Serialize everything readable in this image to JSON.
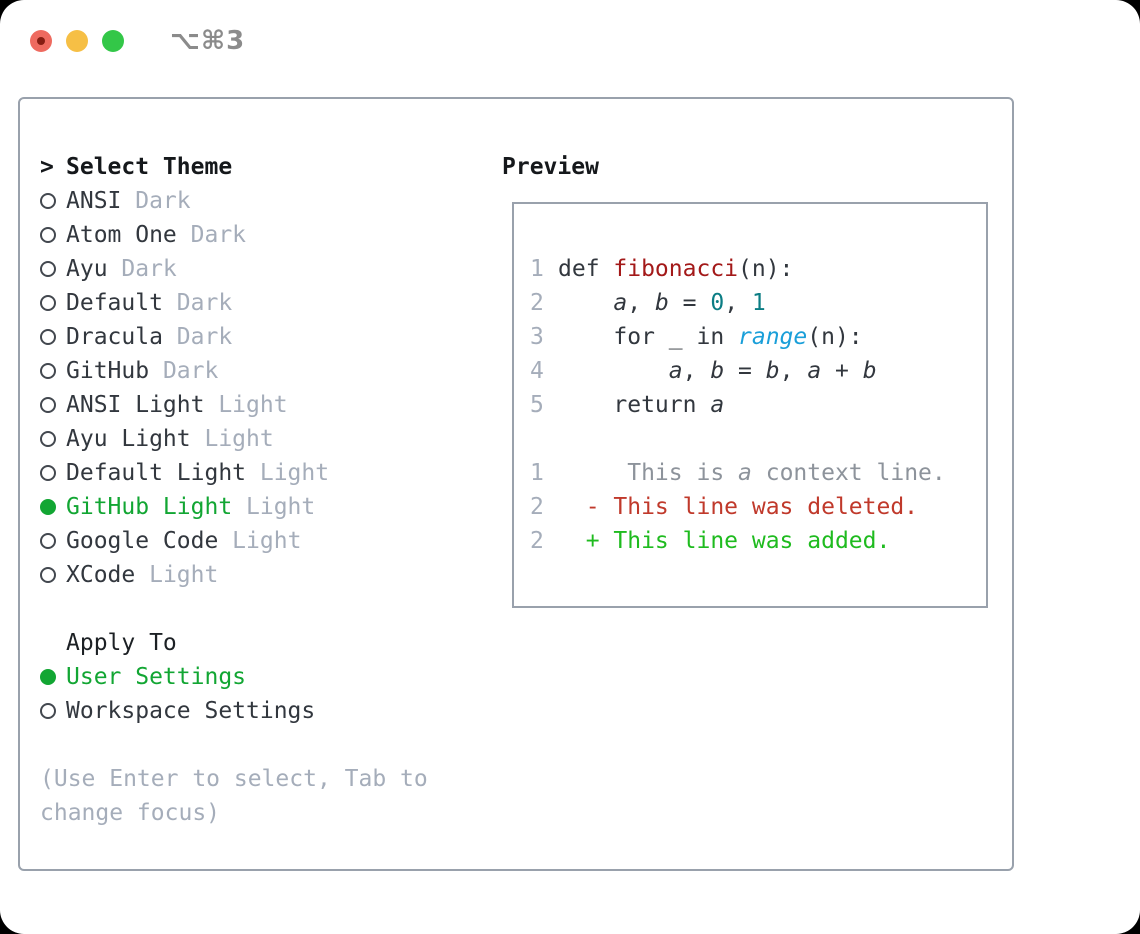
{
  "window": {
    "title": "⌥⌘3",
    "traffic_lights": {
      "close": "close",
      "minimize": "minimize",
      "zoom": "zoom"
    }
  },
  "sidebar": {
    "header_marker": ">",
    "header_label": "Select Theme",
    "themes": [
      {
        "name": "ANSI",
        "variant": "Dark",
        "selected": false
      },
      {
        "name": "Atom One",
        "variant": "Dark",
        "selected": false
      },
      {
        "name": "Ayu",
        "variant": "Dark",
        "selected": false
      },
      {
        "name": "Default",
        "variant": "Dark",
        "selected": false
      },
      {
        "name": "Dracula",
        "variant": "Dark",
        "selected": false
      },
      {
        "name": "GitHub",
        "variant": "Dark",
        "selected": false
      },
      {
        "name": "ANSI Light",
        "variant": "Light",
        "selected": false
      },
      {
        "name": "Ayu Light",
        "variant": "Light",
        "selected": false
      },
      {
        "name": "Default Light",
        "variant": "Light",
        "selected": false
      },
      {
        "name": "GitHub Light",
        "variant": "Light",
        "selected": true
      },
      {
        "name": "Google Code",
        "variant": "Light",
        "selected": false
      },
      {
        "name": "XCode",
        "variant": "Light",
        "selected": false
      }
    ],
    "apply_to": {
      "label": "Apply To",
      "options": [
        {
          "name": "User Settings",
          "selected": true
        },
        {
          "name": "Workspace Settings",
          "selected": false
        }
      ]
    },
    "hint": "(Use Enter to select, Tab to change focus)"
  },
  "preview": {
    "label": "Preview",
    "lines": [
      {
        "num": "1",
        "kind": "code",
        "tokens": [
          {
            "t": "def ",
            "c": "text"
          },
          {
            "t": "fibonacci",
            "c": "function"
          },
          {
            "t": "(n):",
            "c": "text"
          }
        ]
      },
      {
        "num": "2",
        "kind": "code",
        "tokens": [
          {
            "t": "    ",
            "c": "text"
          },
          {
            "t": "a",
            "c": "text",
            "i": true
          },
          {
            "t": ", ",
            "c": "text"
          },
          {
            "t": "b",
            "c": "text",
            "i": true
          },
          {
            "t": " = ",
            "c": "text"
          },
          {
            "t": "0",
            "c": "number"
          },
          {
            "t": ", ",
            "c": "text"
          },
          {
            "t": "1",
            "c": "number"
          }
        ]
      },
      {
        "num": "3",
        "kind": "code",
        "tokens": [
          {
            "t": "    for _ in ",
            "c": "text"
          },
          {
            "t": "range",
            "c": "builtin",
            "i": true
          },
          {
            "t": "(n):",
            "c": "text"
          }
        ]
      },
      {
        "num": "4",
        "kind": "code",
        "tokens": [
          {
            "t": "        ",
            "c": "text"
          },
          {
            "t": "a",
            "c": "text",
            "i": true
          },
          {
            "t": ", ",
            "c": "text"
          },
          {
            "t": "b",
            "c": "text",
            "i": true
          },
          {
            "t": " = ",
            "c": "text"
          },
          {
            "t": "b",
            "c": "text",
            "i": true
          },
          {
            "t": ", ",
            "c": "text"
          },
          {
            "t": "a",
            "c": "text",
            "i": true
          },
          {
            "t": " + ",
            "c": "text"
          },
          {
            "t": "b",
            "c": "text",
            "i": true
          }
        ]
      },
      {
        "num": "5",
        "kind": "code",
        "tokens": [
          {
            "t": "    return ",
            "c": "text"
          },
          {
            "t": "a",
            "c": "text",
            "i": true
          }
        ]
      },
      {
        "num": "",
        "kind": "blank",
        "tokens": []
      },
      {
        "num": "1",
        "kind": "context",
        "tokens": [
          {
            "t": "     This is ",
            "c": "context"
          },
          {
            "t": "a",
            "c": "context",
            "i": true
          },
          {
            "t": " context line.",
            "c": "context"
          }
        ]
      },
      {
        "num": "2",
        "kind": "deleted",
        "tokens": [
          {
            "t": "  - This line was deleted.",
            "c": "deleted"
          }
        ]
      },
      {
        "num": "2",
        "kind": "added",
        "tokens": [
          {
            "t": "  + This line was added.",
            "c": "added"
          }
        ]
      }
    ]
  },
  "colors": {
    "accent_green": "#12a633",
    "added_green": "#1fbb1f",
    "deleted_red": "#c0392b",
    "function_red": "#a31919",
    "number_teal": "#0b7d84",
    "builtin_blue": "#1a9fd9",
    "text_dark": "#32373e",
    "muted_gray": "#a5adba",
    "context_gray": "#8d939b",
    "line_number_gray": "#a5adba",
    "border_gray": "#99a1ac",
    "title_gray": "#8b8b8b"
  }
}
